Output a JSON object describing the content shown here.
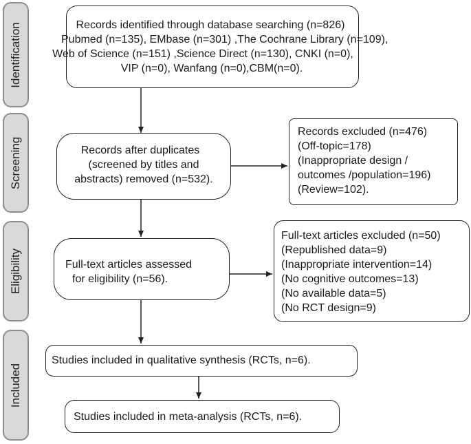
{
  "phases": {
    "identification": "Identification",
    "screening": "Screening",
    "eligibility": "Eligibility",
    "included": "Included"
  },
  "boxes": {
    "identified": {
      "lines": [
        "Records identified through database searching (n=826)",
        "Pubmed (n=135), EMbase (n=301) ,The Cochrane Library (n=109),",
        "Web of Science (n=151) ,Science Direct (n=130), CNKI (n=0),",
        "VIP (n=0), Wanfang (n=0),CBM(n=0)."
      ]
    },
    "after_duplicates": {
      "lines": [
        "Records after duplicates",
        "(screened by titles and",
        "abstracts) removed (n=532)."
      ]
    },
    "records_excluded": {
      "lines": [
        "Records excluded (n=476)",
        "(Off-topic=178)",
        "(Inappropriate design /",
        "outcomes /population=196)",
        "(Review=102)."
      ]
    },
    "fulltext_assessed": {
      "lines": [
        "Full-text articles assessed",
        "for eligibility (n=56)."
      ]
    },
    "fulltext_excluded": {
      "lines": [
        "Full-text articles excluded (n=50)",
        "(Republished data=9)",
        "(Inappropriate intervention=14)",
        "(No cognitive outcomes=13)",
        "(No available data=5)",
        "(No RCT design=9)"
      ]
    },
    "qualitative": {
      "lines": [
        "Studies included in qualitative synthesis (RCTs, n=6)."
      ]
    },
    "meta": {
      "lines": [
        "Studies included in meta-analysis (RCTs, n=6)."
      ]
    }
  }
}
